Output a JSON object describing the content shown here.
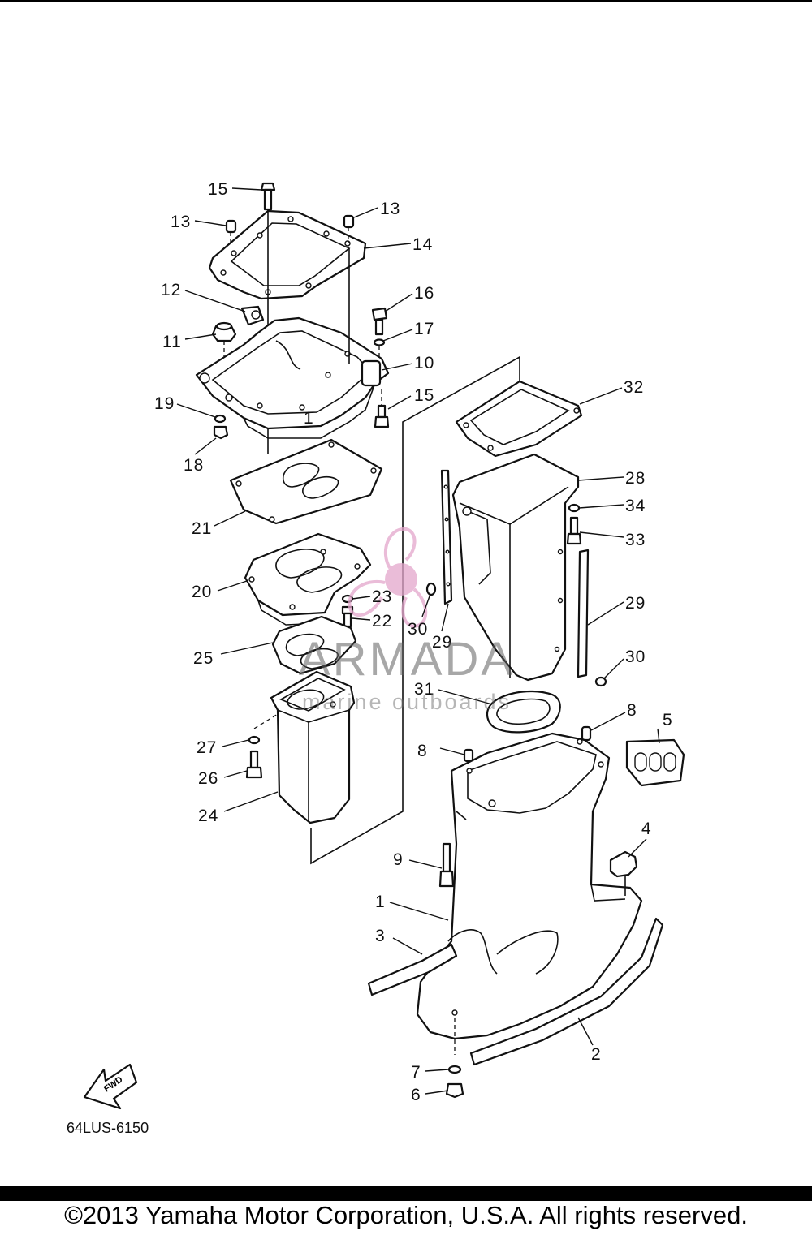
{
  "drawing_code": "64LUS-6150",
  "copyright": "©2013 Yamaha Motor Corporation, U.S.A. All rights reserved.",
  "watermark": {
    "title": "ARMADA",
    "subtitle": "marine outboards",
    "color": "#e0a0c8"
  },
  "fwd_arrow_label": "FWD",
  "callouts": [
    "1",
    "2",
    "3",
    "4",
    "5",
    "6",
    "7",
    "8",
    "9",
    "10",
    "11",
    "12",
    "13",
    "14",
    "15",
    "16",
    "17",
    "18",
    "19",
    "20",
    "21",
    "22",
    "23",
    "24",
    "25",
    "26",
    "27",
    "28",
    "29",
    "30",
    "31",
    "32",
    "33",
    "34"
  ],
  "labels": {
    "c15a": "15",
    "c13a": "13",
    "c13b": "13",
    "c14": "14",
    "c12": "12",
    "c16": "16",
    "c11": "11",
    "c17": "17",
    "c10": "10",
    "c19": "19",
    "c15b": "15",
    "c18": "18",
    "c32": "32",
    "c28": "28",
    "c34": "34",
    "c21": "21",
    "c33": "33",
    "c20": "20",
    "c23": "23",
    "c22": "22",
    "c30a": "30",
    "c29a": "29",
    "c29b": "29",
    "c30b": "30",
    "c25": "25",
    "c31": "31",
    "c8a": "8",
    "c5": "5",
    "c27": "27",
    "c8b": "8",
    "c26": "26",
    "c24": "24",
    "c4": "4",
    "c9": "9",
    "c1a": "1",
    "c1b": "1",
    "c3": "3",
    "c2": "2",
    "c7": "7",
    "c6": "6"
  }
}
